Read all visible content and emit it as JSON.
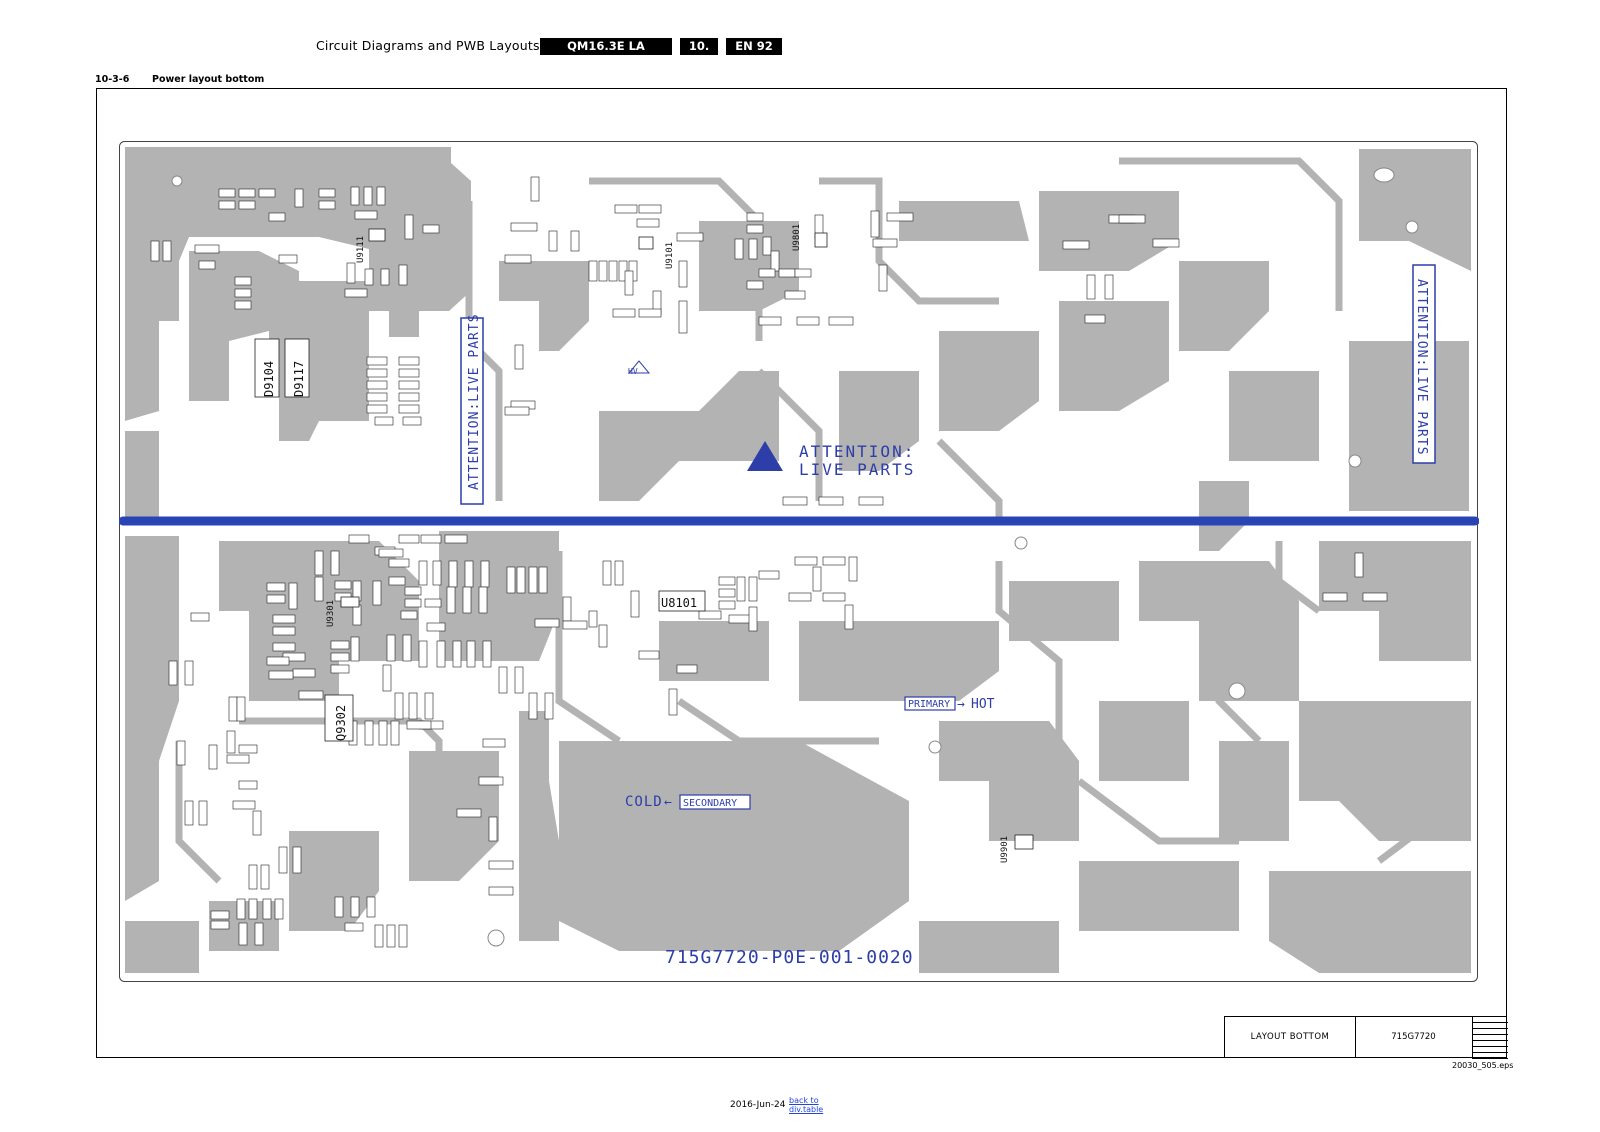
{
  "header": {
    "title": "Circuit Diagrams and PWB Layouts",
    "model_badge": "QM16.3E LA",
    "chapter_badge": "10.",
    "page_badge": "EN 92"
  },
  "section": {
    "number": "10-3-6",
    "title": "Power layout bottom"
  },
  "board": {
    "attention_top": "ATTENTION:",
    "attention_bottom": "LIVE PARTS",
    "attention_vertical": "ATTENTION:LIVE PARTS",
    "hv_label": "HV",
    "primary_label": "PRIMARY",
    "hot_label": "HOT",
    "cold_label": "COLD",
    "secondary_label": "SECONDARY",
    "pcb_code": "715G7720-P0E-001-0020",
    "ic_labels": [
      "D9104",
      "D9117",
      "Q9302",
      "U8101",
      "U9101",
      "U9111",
      "U9301",
      "U9801",
      "U9901"
    ],
    "colors": {
      "copper": "#b3b3b3",
      "silkscreen": "#2d3ea8",
      "divider": "#2a44b5"
    }
  },
  "title_block": {
    "name": "LAYOUT BOTTOM",
    "code": "715G7720"
  },
  "footer": {
    "eps_name": "20030_505.eps",
    "date": "2016-Jun-24",
    "back_link_line1": "back to",
    "back_link_line2": "div.table"
  }
}
